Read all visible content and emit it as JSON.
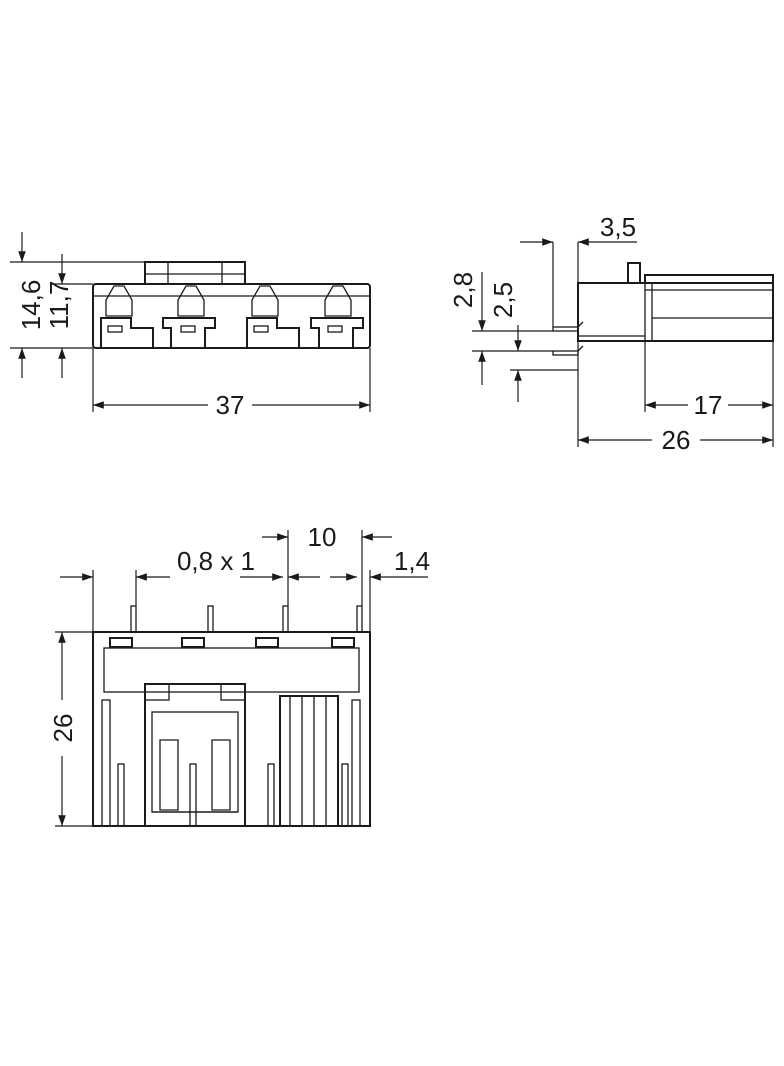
{
  "front_view": {
    "height_total": "14,6",
    "height_body": "11,7",
    "width": "37"
  },
  "side_view": {
    "offset_top": "3,5",
    "pin_offset_1": "2,8",
    "pin_offset_2": "2,5",
    "body_depth": "17",
    "total_depth": "26"
  },
  "bottom_view": {
    "pin_size": "0,8 x 1",
    "pitch": "10",
    "edge_offset": "1,4",
    "height": "26"
  }
}
